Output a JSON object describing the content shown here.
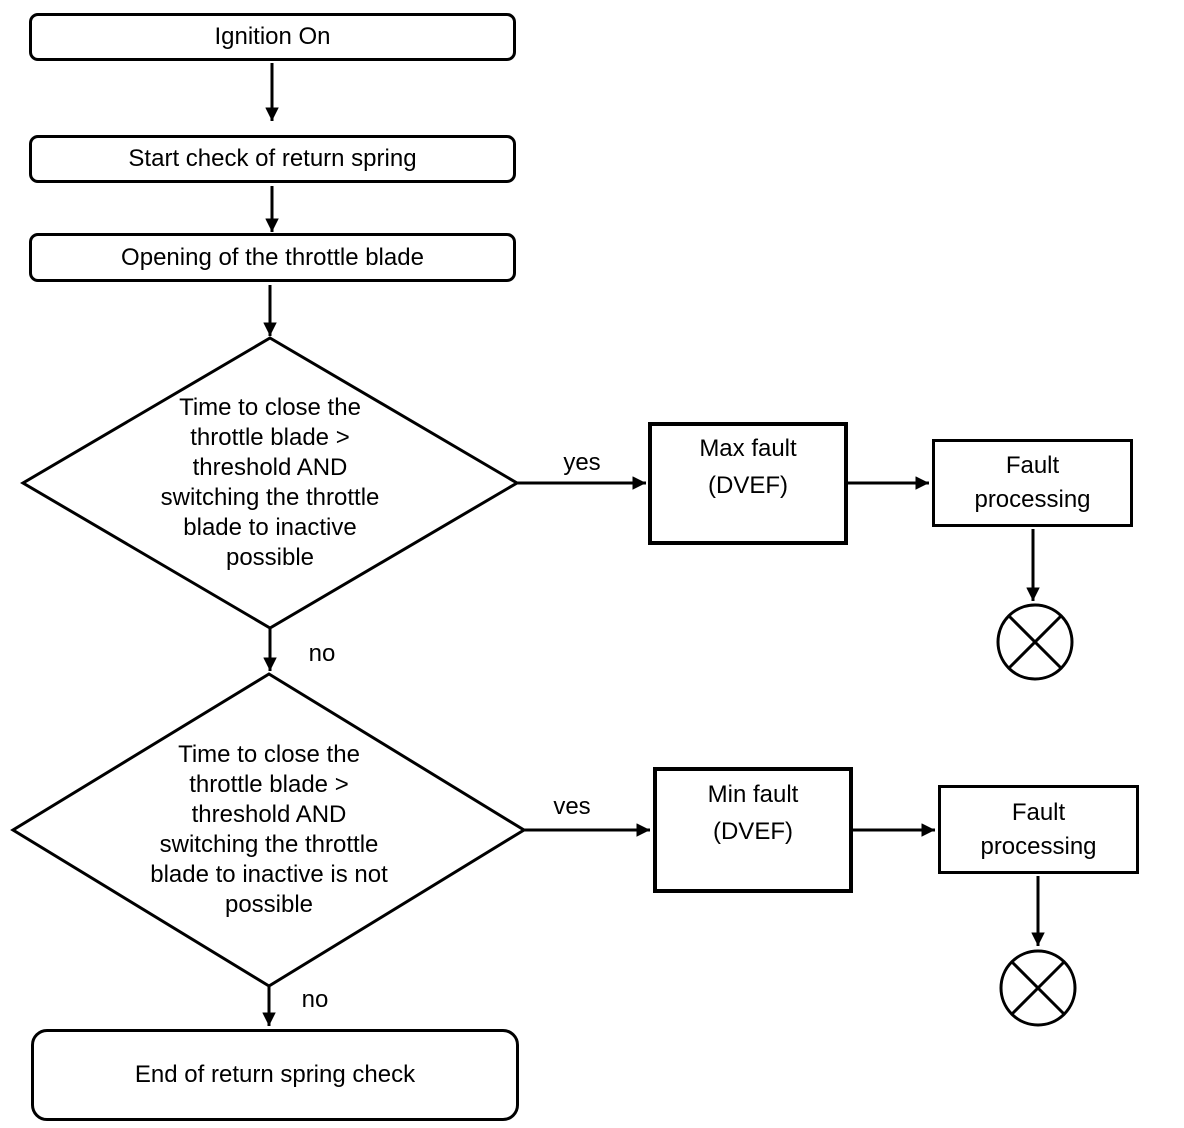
{
  "colors": {
    "line": "#000000",
    "background": "#ffffff",
    "text": "#000000"
  },
  "nodes": {
    "ignition": "Ignition On",
    "start_check": "Start check of return spring",
    "opening": "Opening of the throttle blade",
    "decision_1": "Time to close the\nthrottle blade >\nthreshold AND\nswitching the throttle\nblade to inactive\npossible",
    "max_fault": "Max fault\n(DVEF)",
    "fault_processing_1": "Fault\nprocessing",
    "decision_2": "Time to close the\nthrottle blade >\nthreshold AND\nswitching the throttle\nblade to inactive is not\npossible",
    "min_fault": "Min fault\n(DVEF)",
    "fault_processing_2": "Fault\nprocessing",
    "end": "End of return spring check"
  },
  "edge_labels": {
    "decision1_yes": "yes",
    "decision1_no": "no",
    "decision2_yes": "ves",
    "decision2_no": "no"
  },
  "icons": {
    "terminator_1": "circled-x",
    "terminator_2": "circled-x"
  }
}
